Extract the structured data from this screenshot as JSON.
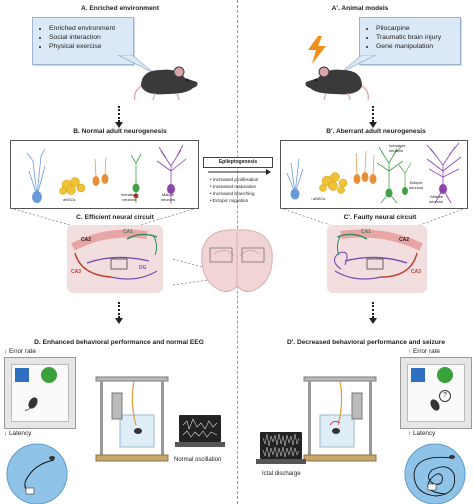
{
  "left": {
    "section_a_title": "A. Enriched environment",
    "enriched_items": [
      "Enriched environment",
      "Social interaction",
      "Physical exercise"
    ],
    "section_b_title": "B. Normal adult neurogenesis",
    "ansc_label": "aNSCs",
    "immature_label": "Immature\nneurons",
    "mature_label": "Mature\nneurons",
    "section_c_title": "C. Efficient neural circuit",
    "ca1": "CA1",
    "ca2": "CA2",
    "ca3": "CA3",
    "dg": "DG",
    "section_d_title": "D. Enhanced behavioral performance and normal EEG",
    "error_rate": "Error rate",
    "latency": "Latency",
    "eeg_label": "Normal oscillation"
  },
  "right": {
    "section_a_title": "A'. Animal models",
    "model_items": [
      "Pilocarpine",
      "Traumatic brain injury",
      "Gene manipulation"
    ],
    "section_b_title": "B'. Aberrant adult neurogenesis",
    "immature_label": "Immature\nneurons",
    "ectopic_label": "Ectopic\nneurons",
    "ansc_label": "aNSCs",
    "mature_label": "Mature\nneurons",
    "section_c_title": "C'. Faulty neural circuit",
    "ca1": "CA1",
    "ca2": "CA2",
    "ca3": "CA3",
    "section_d_title": "D'. Decreased behavioral performance and seizure",
    "error_rate": "Error rate",
    "latency": "Latency",
    "eeg_label": "Ictal discharge",
    "question": "?"
  },
  "middle": {
    "epileptogenesis": "Epileptogenesis",
    "effects": [
      "Increased proliferation",
      "Increased maturation",
      "Increased branching",
      "Ectopic migration"
    ]
  },
  "colors": {
    "callout_fill": "#dbe8f6",
    "ca1_green": "#2e8b57",
    "ca3_red": "#c0392b",
    "dg_purple": "#7b4db3",
    "square_blue": "#2f6fc1",
    "circle_green": "#3aa13a",
    "bolt_orange": "#f28c1a"
  }
}
